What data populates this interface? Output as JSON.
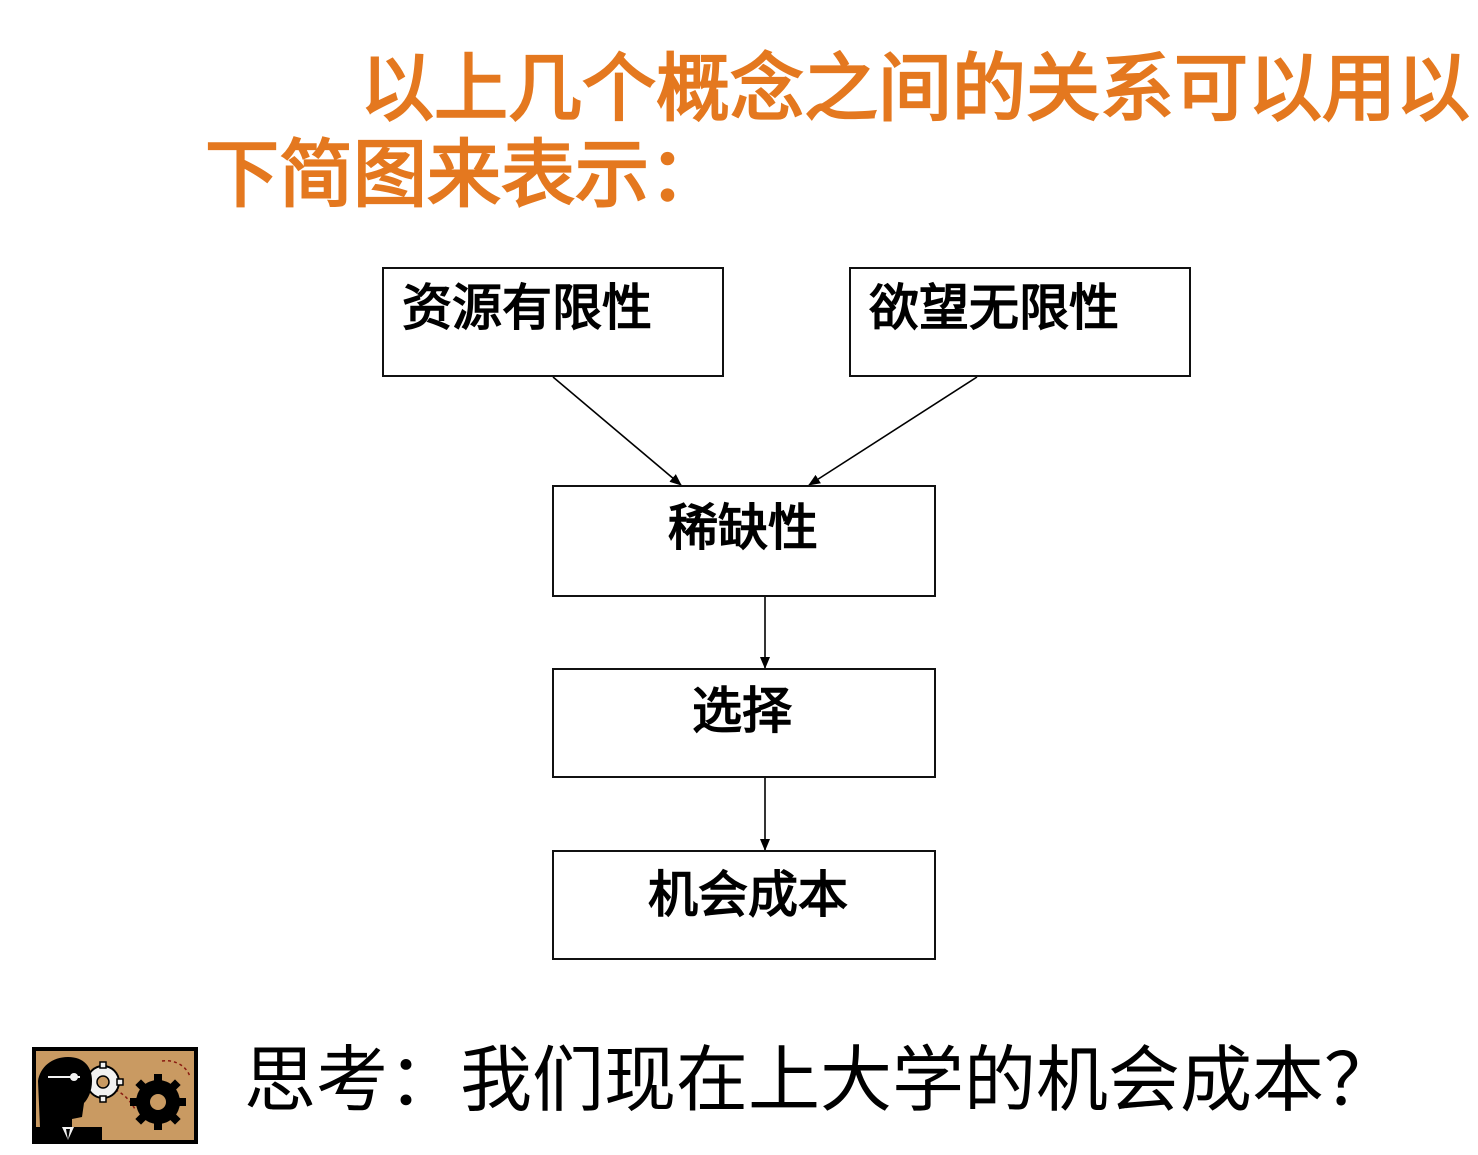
{
  "title": {
    "line1": "以上几个概念之间的关系可以用以",
    "line2": "下简图来表示："
  },
  "diagram": {
    "nodes": {
      "resources": "资源有限性",
      "wants": "欲望无限性",
      "scarcity": "稀缺性",
      "choice": "选择",
      "opportunity_cost": "机会成本"
    }
  },
  "footer": {
    "question": "思考：我们现在上大学的机会成本？",
    "icon": "thinking-person-gears-icon"
  },
  "colors": {
    "title": "#e4781f",
    "text": "#000000",
    "icon_background": "#c99a62"
  }
}
